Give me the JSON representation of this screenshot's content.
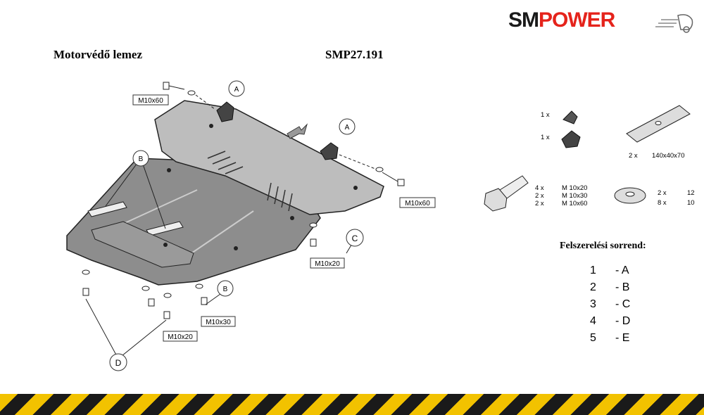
{
  "logo": {
    "part1": "SM",
    "part2": "POWER"
  },
  "header": {
    "product_name": "Motorvédő lemez",
    "product_code": "SMP27.191"
  },
  "diagram": {
    "callouts": [
      "A",
      "A",
      "B",
      "B",
      "C",
      "D"
    ],
    "bolt_labels": [
      "M10x60",
      "M10x60",
      "M10x20",
      "M10x20",
      "M10x30"
    ]
  },
  "parts": {
    "bracket_qty_1": "1 x",
    "bracket_qty_2": "1 x",
    "plate_qty": "2 x",
    "plate_size": "140x40x70",
    "bolt_qtys": [
      "4 x",
      "2 x",
      "2 x"
    ],
    "bolt_sizes": [
      "M 10x20",
      "M 10x30",
      "M 10x60"
    ],
    "washer_qtys": [
      "2 x",
      "8 x"
    ],
    "washer_sizes": [
      "12",
      "10"
    ]
  },
  "install": {
    "title": "Felszerelési sorrend:",
    "steps": [
      {
        "num": "1",
        "label": "- A"
      },
      {
        "num": "2",
        "label": "- B"
      },
      {
        "num": "3",
        "label": "- C"
      },
      {
        "num": "4",
        "label": "- D"
      },
      {
        "num": "5",
        "label": "- E"
      }
    ]
  },
  "colors": {
    "brand_red": "#e5231b",
    "stripe_yellow": "#f2c200",
    "stripe_black": "#1a1a1a",
    "plate_gray": "#b9b9b9"
  }
}
